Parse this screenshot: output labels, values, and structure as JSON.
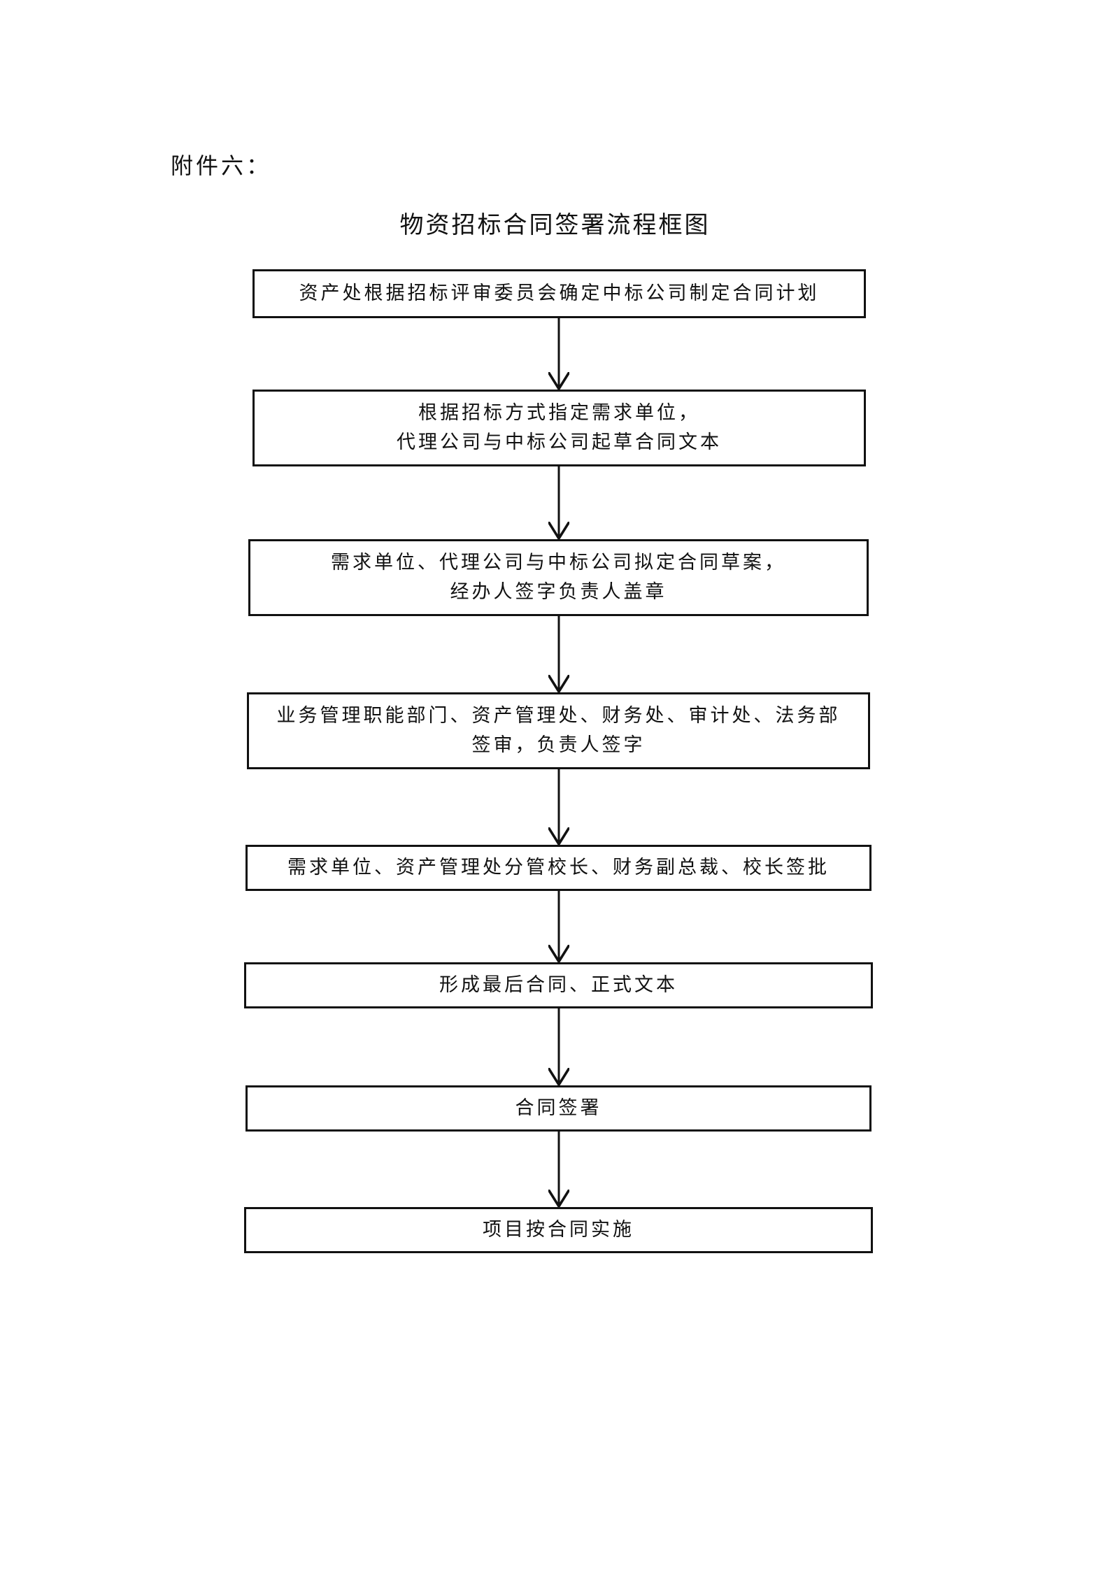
{
  "page_label": "附件六：",
  "title": "物资招标合同签署流程框图",
  "steps": [
    {
      "text": "资产处根据招标评审委员会确定中标公司制定合同计划"
    },
    {
      "text": "根据招标方式指定需求单位，\n代理公司与中标公司起草合同文本"
    },
    {
      "text": "需求单位、代理公司与中标公司拟定合同草案，\n经办人签字负责人盖章"
    },
    {
      "text": "业务管理职能部门、资产管理处、财务处、审计处、法务部\n签审，负责人签字"
    },
    {
      "text": "需求单位、资产管理处分管校长、财务副总裁、校长签批"
    },
    {
      "text": "形成最后合同、正式文本"
    },
    {
      "text": "合同签署"
    },
    {
      "text": "项目按合同实施"
    }
  ]
}
